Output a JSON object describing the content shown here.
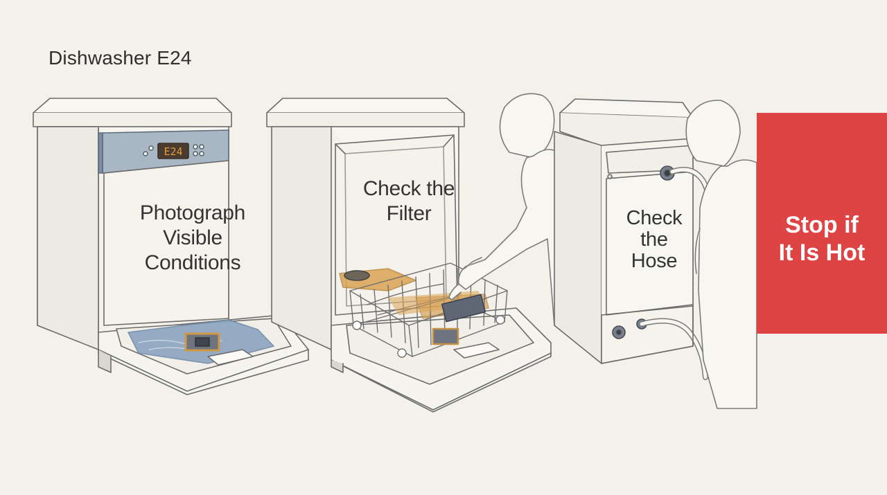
{
  "title": "Dishwasher E24",
  "display_code": "E24",
  "steps": [
    {
      "lines": [
        "Photograph",
        "Visible",
        "Conditions"
      ]
    },
    {
      "lines": [
        "Check the",
        "Filter"
      ]
    },
    {
      "lines": [
        "Check",
        "the",
        "Hose"
      ]
    }
  ],
  "warning": {
    "lines": [
      "Stop if",
      "It Is Hot"
    ]
  },
  "colors": {
    "background": "#f3f1ea",
    "warning": "#df4444",
    "water": "#8aa4bf",
    "residue": "#d9a455",
    "panel": "#9aa9ba"
  }
}
